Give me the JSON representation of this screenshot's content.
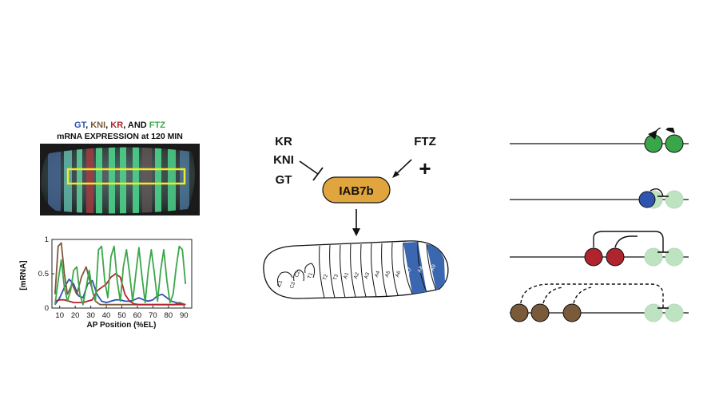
{
  "left_panel": {
    "title_parts": [
      {
        "text": "GT",
        "color": "#2f54b0"
      },
      {
        "text": ", ",
        "color": "#111111"
      },
      {
        "text": "KNI",
        "color": "#7b5a3a"
      },
      {
        "text": ", ",
        "color": "#111111"
      },
      {
        "text": "KR",
        "color": "#b0242e"
      },
      {
        "text": ", AND ",
        "color": "#111111"
      },
      {
        "text": "FTZ",
        "color": "#3aa64a"
      }
    ],
    "subtitle": "mRNA EXPRESSION at 120 MIN"
  },
  "chart_data": {
    "type": "line",
    "xlabel": "AP Position (%EL)",
    "ylabel": "[mRNA]",
    "xlim": [
      5,
      95
    ],
    "ylim": [
      0,
      1
    ],
    "x_ticks": [
      10,
      20,
      30,
      40,
      50,
      60,
      70,
      80,
      90
    ],
    "y_ticks": [
      0,
      0.5,
      1
    ],
    "y_tick_labels": [
      "0",
      "0.5",
      "1"
    ],
    "series": [
      {
        "id": "gt",
        "color": "#2f54b0",
        "x": [
          7,
          10,
          13,
          16,
          19,
          22,
          25,
          28,
          31,
          34,
          37,
          40,
          43,
          46,
          49,
          52,
          55,
          58,
          61,
          64,
          67,
          70,
          73,
          76,
          79,
          82,
          85,
          88,
          91
        ],
        "y": [
          0.05,
          0.15,
          0.3,
          0.42,
          0.35,
          0.18,
          0.15,
          0.35,
          0.4,
          0.2,
          0.1,
          0.08,
          0.1,
          0.12,
          0.12,
          0.1,
          0.1,
          0.12,
          0.15,
          0.12,
          0.1,
          0.12,
          0.18,
          0.2,
          0.15,
          0.1,
          0.08,
          0.06,
          0.05
        ]
      },
      {
        "id": "kni",
        "color": "#7b5a3a",
        "x": [
          7,
          9,
          11,
          13,
          15,
          18,
          21,
          24,
          27,
          30,
          33,
          36,
          39,
          42,
          45,
          48,
          51,
          54,
          57,
          60,
          63,
          66,
          69,
          72,
          75,
          78,
          81,
          84,
          87,
          91
        ],
        "y": [
          0.2,
          0.9,
          0.95,
          0.5,
          0.2,
          0.35,
          0.2,
          0.45,
          0.6,
          0.35,
          0.1,
          0.05,
          0.05,
          0.05,
          0.05,
          0.05,
          0.05,
          0.05,
          0.05,
          0.05,
          0.05,
          0.05,
          0.05,
          0.05,
          0.05,
          0.05,
          0.05,
          0.05,
          0.08,
          0.05
        ]
      },
      {
        "id": "kr",
        "color": "#b0242e",
        "x": [
          7,
          10,
          13,
          16,
          19,
          22,
          25,
          28,
          31,
          34,
          37,
          40,
          43,
          46,
          49,
          52,
          55,
          58,
          61,
          64,
          67,
          70,
          73,
          76,
          79,
          82,
          85,
          88,
          91
        ],
        "y": [
          0.1,
          0.12,
          0.12,
          0.1,
          0.08,
          0.08,
          0.08,
          0.1,
          0.12,
          0.25,
          0.3,
          0.35,
          0.45,
          0.5,
          0.45,
          0.2,
          0.1,
          0.06,
          0.05,
          0.05,
          0.05,
          0.05,
          0.05,
          0.05,
          0.05,
          0.05,
          0.05,
          0.05,
          0.05
        ]
      },
      {
        "id": "ftz",
        "color": "#3aa64a",
        "x": [
          7,
          9,
          11,
          13,
          15,
          17,
          19,
          21,
          23,
          25,
          27,
          29,
          31,
          33,
          35,
          37,
          39,
          41,
          43,
          45,
          47,
          49,
          51,
          53,
          55,
          57,
          59,
          61,
          63,
          65,
          67,
          69,
          71,
          73,
          75,
          77,
          79,
          81,
          83,
          85,
          87,
          89,
          91
        ],
        "y": [
          0.05,
          0.4,
          0.7,
          0.3,
          0.1,
          0.25,
          0.55,
          0.6,
          0.2,
          0.05,
          0.3,
          0.55,
          0.25,
          0.1,
          0.85,
          0.9,
          0.4,
          0.15,
          0.75,
          0.9,
          0.4,
          0.1,
          0.6,
          0.85,
          0.5,
          0.1,
          0.5,
          0.88,
          0.45,
          0.08,
          0.55,
          0.85,
          0.5,
          0.1,
          0.55,
          0.85,
          0.4,
          0.08,
          0.2,
          0.6,
          0.9,
          0.85,
          0.35
        ]
      }
    ]
  },
  "center_panel": {
    "repressors": [
      "KR",
      "KNI",
      "GT"
    ],
    "activator": "FTZ",
    "activator_sign": "+",
    "enhancer_label": "IAB7b",
    "enhancer_color": "#e0a53c",
    "segments": [
      "C1",
      "C2",
      "C3",
      "T1",
      "T2",
      "T3",
      "A1",
      "A2",
      "A3",
      "A4",
      "A5",
      "A6",
      "A7",
      "A8",
      "A9"
    ],
    "highlight_color": "#3b67b0"
  },
  "right_panel": {
    "colors": {
      "green": "#3aa64a",
      "green_faded": "#bde3c0",
      "blue": "#2f54b0",
      "red": "#b0242e",
      "brown": "#7b5a3a"
    }
  }
}
